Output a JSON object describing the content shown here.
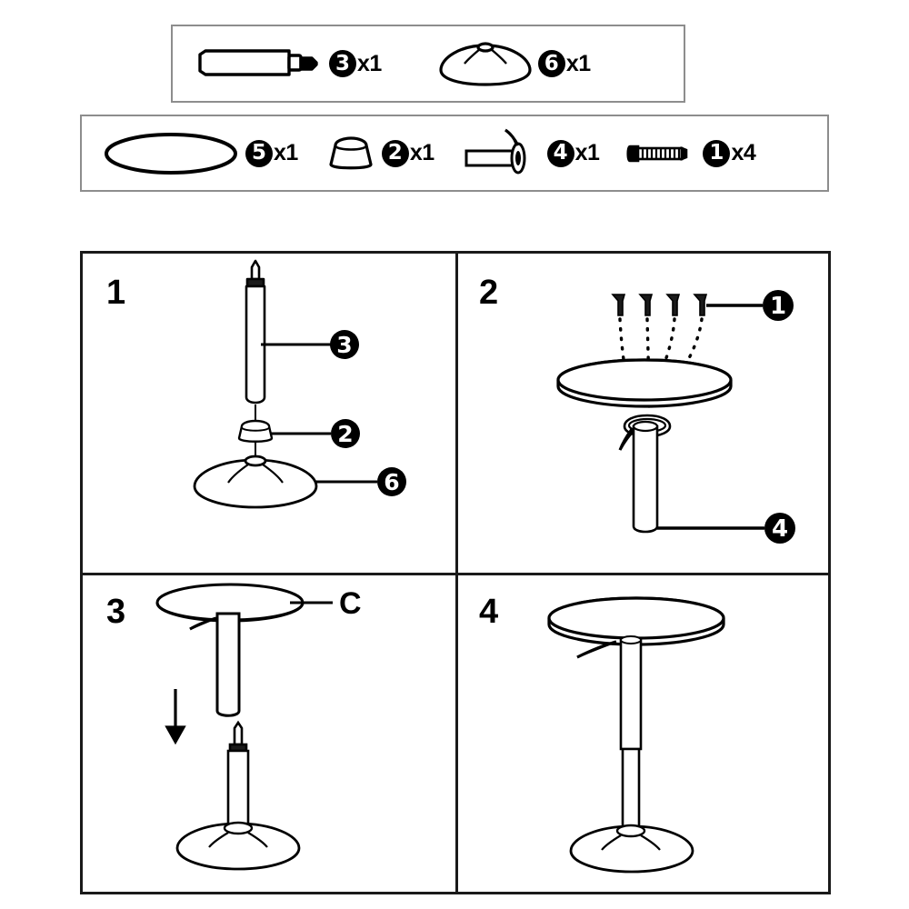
{
  "document": {
    "type": "assembly-instructions",
    "product": "adjustable-height-round-bar-table",
    "line_color": "#000000",
    "panel_border_color": "#1a1a1a",
    "parts_box_border_color": "#8d8d8d",
    "background": "#ffffff"
  },
  "parts_boxes": [
    {
      "id": "parts-box-1",
      "items": [
        {
          "number": "3",
          "qty": "x1",
          "icon": "gas-cylinder-icon",
          "name": "gas lift cylinder"
        },
        {
          "number": "6",
          "qty": "x1",
          "icon": "base-plate-icon",
          "name": "round base plate"
        }
      ]
    },
    {
      "id": "parts-box-2",
      "items": [
        {
          "number": "5",
          "qty": "x1",
          "icon": "table-top-icon",
          "name": "round table top"
        },
        {
          "number": "2",
          "qty": "x1",
          "icon": "bushing-icon",
          "name": "plastic bushing"
        },
        {
          "number": "4",
          "qty": "x1",
          "icon": "column-flange-icon",
          "name": "column with mounting flange"
        },
        {
          "number": "1",
          "qty": "x4",
          "icon": "screw-icon",
          "name": "machine screw"
        }
      ]
    }
  ],
  "steps": [
    {
      "number": "1",
      "callouts": [
        {
          "label": "3",
          "style": "badge",
          "target": "gas-cylinder"
        },
        {
          "label": "2",
          "style": "badge",
          "target": "bushing"
        },
        {
          "label": "6",
          "style": "badge",
          "target": "base-plate"
        }
      ]
    },
    {
      "number": "2",
      "callouts": [
        {
          "label": "1",
          "style": "badge",
          "target": "screws"
        },
        {
          "label": "4",
          "style": "badge",
          "target": "column-flange"
        }
      ]
    },
    {
      "number": "3",
      "callouts": [
        {
          "label": "C",
          "style": "plain",
          "target": "table-top-assembly"
        }
      ]
    },
    {
      "number": "4",
      "callouts": []
    }
  ]
}
